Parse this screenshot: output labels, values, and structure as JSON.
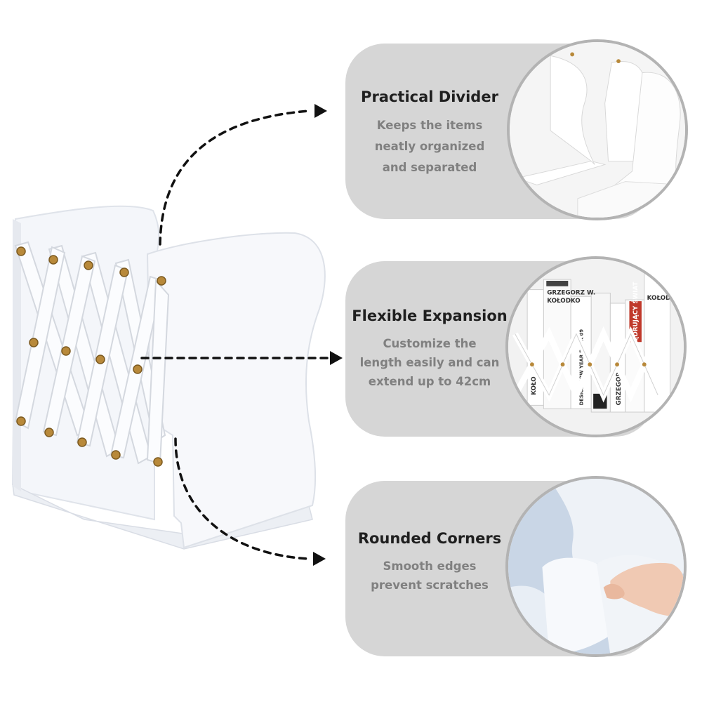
{
  "features": [
    {
      "title": "Practical Divider",
      "description": [
        "Keeps the items",
        "neatly organized",
        "and separated"
      ]
    },
    {
      "title": "Flexible Expansion",
      "description": [
        "Customize the",
        "length easily and can",
        "extend up to 42cm"
      ]
    },
    {
      "title": "Rounded Corners",
      "description": [
        "Smooth edges",
        "prevent scratches"
      ]
    }
  ],
  "book_spines": [
    "GRZEGORZ W.",
    "KOŁODKO",
    "WĘDRUJĄCY ŚWIAT",
    "KOŁO",
    "DESIGN HOW YEAR BOOK 09",
    "GRZEGORZ",
    "KOŁODKO"
  ],
  "colors": {
    "card_bg": "#d6d6d6",
    "title": "#1f1f1f",
    "description": "#808080",
    "circle_border": "#b3b3b3",
    "rivet": "#b8893a"
  },
  "icons": [
    "dashed-arrow-icon",
    "dashed-arrow-icon",
    "dashed-arrow-icon"
  ]
}
